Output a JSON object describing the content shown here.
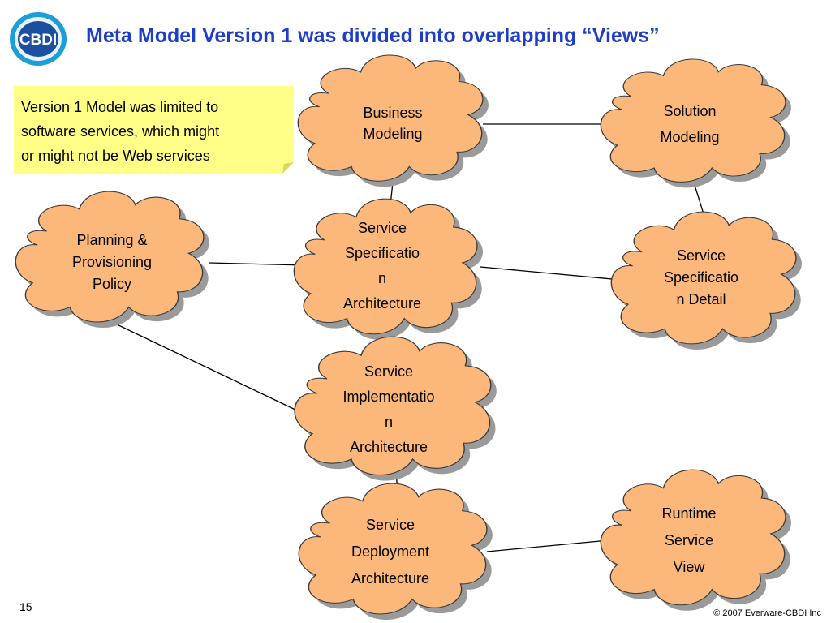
{
  "logo": {
    "text": "CBDI"
  },
  "title": "Meta Model Version 1 was divided into overlapping “Views”",
  "note": {
    "lines": [
      "Version 1 Model was limited to",
      "software services, which might",
      "or might not be Web services"
    ]
  },
  "views": {
    "business_modeling": [
      "Business",
      "Modeling"
    ],
    "solution_modeling": [
      "Solution",
      "Modeling"
    ],
    "planning_provisioning": [
      "Planning &",
      "Provisioning",
      "Policy"
    ],
    "service_spec_architecture": [
      "Service",
      "Specificatio",
      "n",
      "Architecture"
    ],
    "service_spec_detail": [
      "Service",
      "Specificatio",
      "n Detail"
    ],
    "service_impl_architecture": [
      "Service",
      "Implementatio",
      "n",
      "Architecture"
    ],
    "service_deployment_architecture": [
      "Service",
      "Deployment",
      "Architecture"
    ],
    "runtime_service_view": [
      "Runtime",
      "Service",
      "View"
    ]
  },
  "colors": {
    "cloud_fill": "#fcb77a",
    "cloud_stroke": "#3a3a3a",
    "cloud_shadow": "#9a9a9a",
    "note_fill": "#ffff88",
    "title": "#1e3ec8",
    "logo_ring": "#1c9fd8",
    "logo_center": "#1b4fa0"
  },
  "footer": {
    "slide_number": "15",
    "copyright": "© 2007 Everware-CBDI Inc"
  }
}
